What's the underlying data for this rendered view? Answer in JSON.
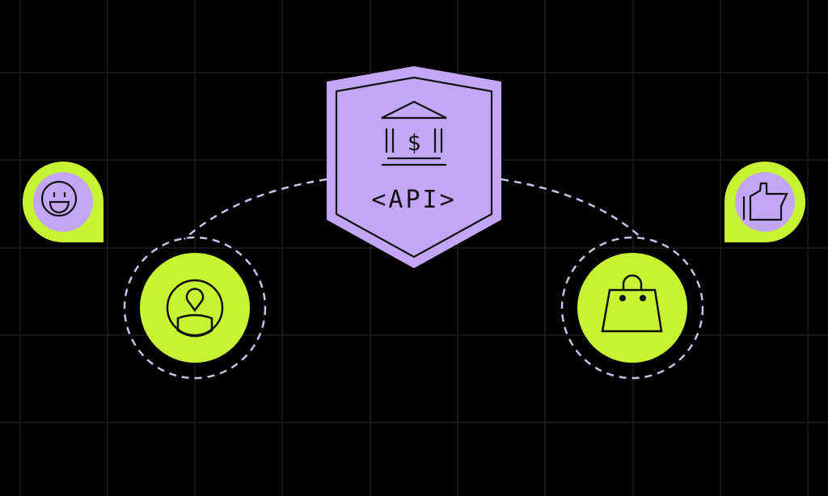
{
  "colors": {
    "background": "#000000",
    "grid": "#1e1e1e",
    "purple": "#c4a6f7",
    "lime": "#c6f432",
    "outline": "#111111",
    "dash": "#c8c2e6"
  },
  "diagram": {
    "center_node": {
      "label": "<API>",
      "icon": "bank-dollar-icon",
      "shape": "shield"
    },
    "nodes": [
      {
        "id": "user",
        "icon": "user-icon",
        "shape": "circle"
      },
      {
        "id": "shop",
        "icon": "shopping-bag-icon",
        "shape": "circle"
      }
    ],
    "badges": [
      {
        "id": "happy",
        "icon": "smiley-face-icon"
      },
      {
        "id": "like",
        "icon": "thumbs-up-icon"
      }
    ],
    "connectors": [
      {
        "from": "center",
        "to": "user",
        "style": "dashed"
      },
      {
        "from": "center",
        "to": "shop",
        "style": "dashed"
      }
    ]
  }
}
